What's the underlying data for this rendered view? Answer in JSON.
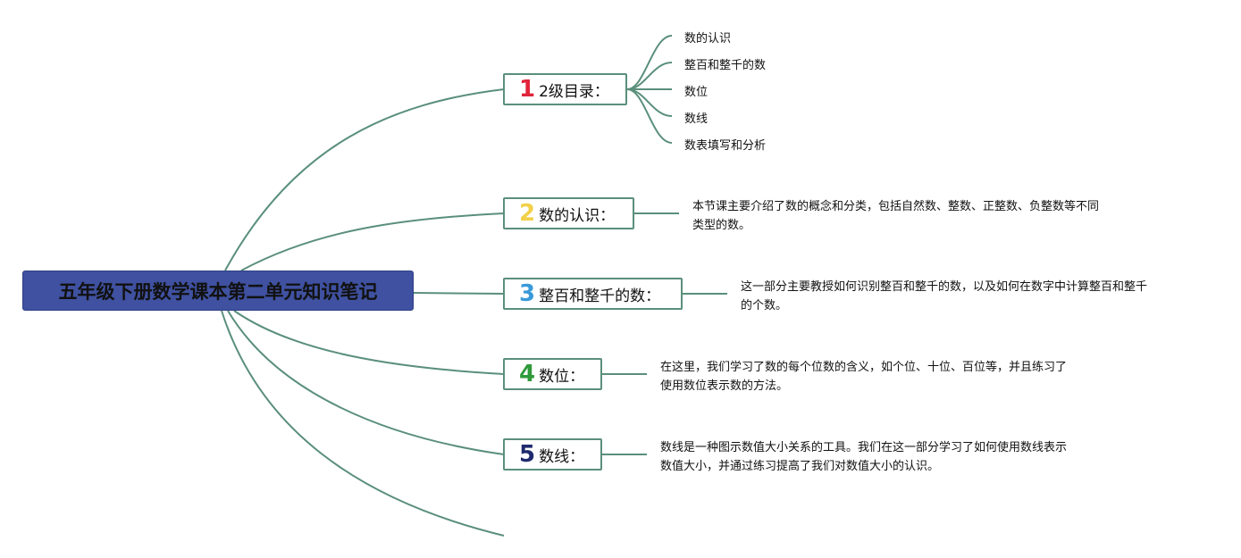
{
  "root": {
    "title": "五年级下册数学课本第二单元知识笔记"
  },
  "branches": [
    {
      "number": "1",
      "number_color": "#e0243a",
      "label": "2级目录：",
      "children": [
        "数的认识",
        "整百和整千的数",
        "数位",
        "数线",
        "数表填写和分析"
      ]
    },
    {
      "number": "2",
      "number_color": "#f2d04a",
      "label": "数的认识：",
      "description": [
        "本节课主要介绍了数的概念和分类，包括自然数、整数、正整数、负整数等不同",
        "类型的数。"
      ]
    },
    {
      "number": "3",
      "number_color": "#3a9ad9",
      "label": "整百和整千的数：",
      "description": [
        "这一部分主要教授如何识别整百和整千的数，以及如何在数字中计算整百和整千",
        "的个数。"
      ]
    },
    {
      "number": "4",
      "number_color": "#2f9a3a",
      "label": "数位：",
      "description": [
        "在这里，我们学习了数的每个位数的含义，如个位、十位、百位等，并且练习了",
        "使用数位表示数的方法。"
      ]
    },
    {
      "number": "5",
      "number_color": "#1f2a6e",
      "label": "数线：",
      "description": [
        "数线是一种图示数值大小关系的工具。我们在这一部分学习了如何使用数线表示",
        "数值大小，并通过练习提高了我们对数值大小的认识。"
      ]
    }
  ],
  "colors": {
    "connector": "#5a8f7b",
    "root_fill": "#3f51a0"
  }
}
